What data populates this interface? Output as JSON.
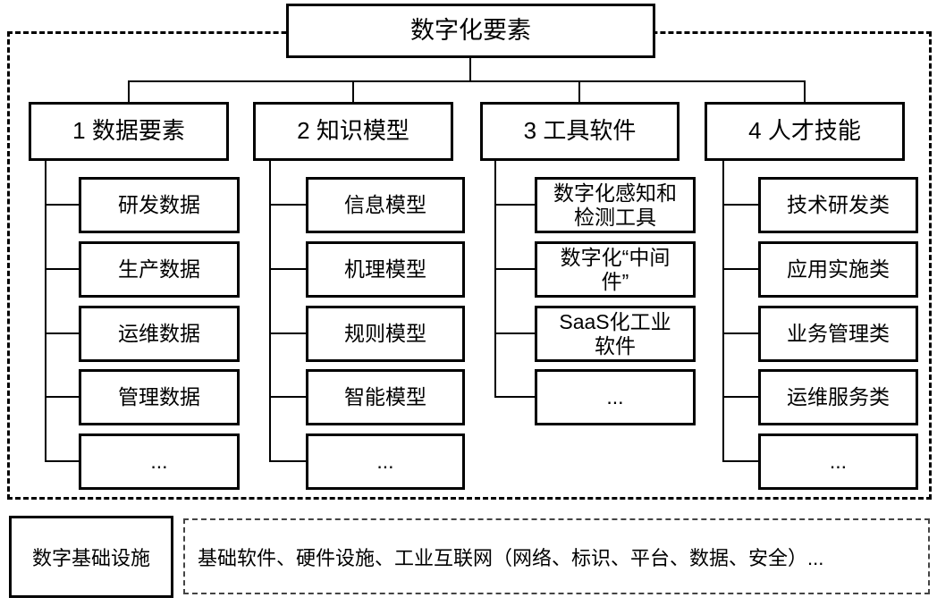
{
  "root": {
    "label": "数字化要素"
  },
  "branches": [
    {
      "label": "1 数据要素",
      "children": [
        "研发数据",
        "生产数据",
        "运维数据",
        "管理数据",
        "..."
      ]
    },
    {
      "label": "2 知识模型",
      "children": [
        "信息模型",
        "机理模型",
        "规则模型",
        "智能模型",
        "..."
      ]
    },
    {
      "label": "3 工具软件",
      "children": [
        "数字化感知和\n检测工具",
        "数字化“中间\n件”",
        "SaaS化工业\n软件",
        "..."
      ]
    },
    {
      "label": "4 人才技能",
      "children": [
        "技术研发类",
        "应用实施类",
        "业务管理类",
        "运维服务类",
        "..."
      ]
    }
  ],
  "infrastructure": {
    "label": "数字基础设施",
    "description": "基础软件、硬件设施、工业互联网（网络、标识、平台、数据、安全）..."
  },
  "colors": {
    "line": "#000000",
    "background": "#ffffff",
    "text": "#000000"
  }
}
